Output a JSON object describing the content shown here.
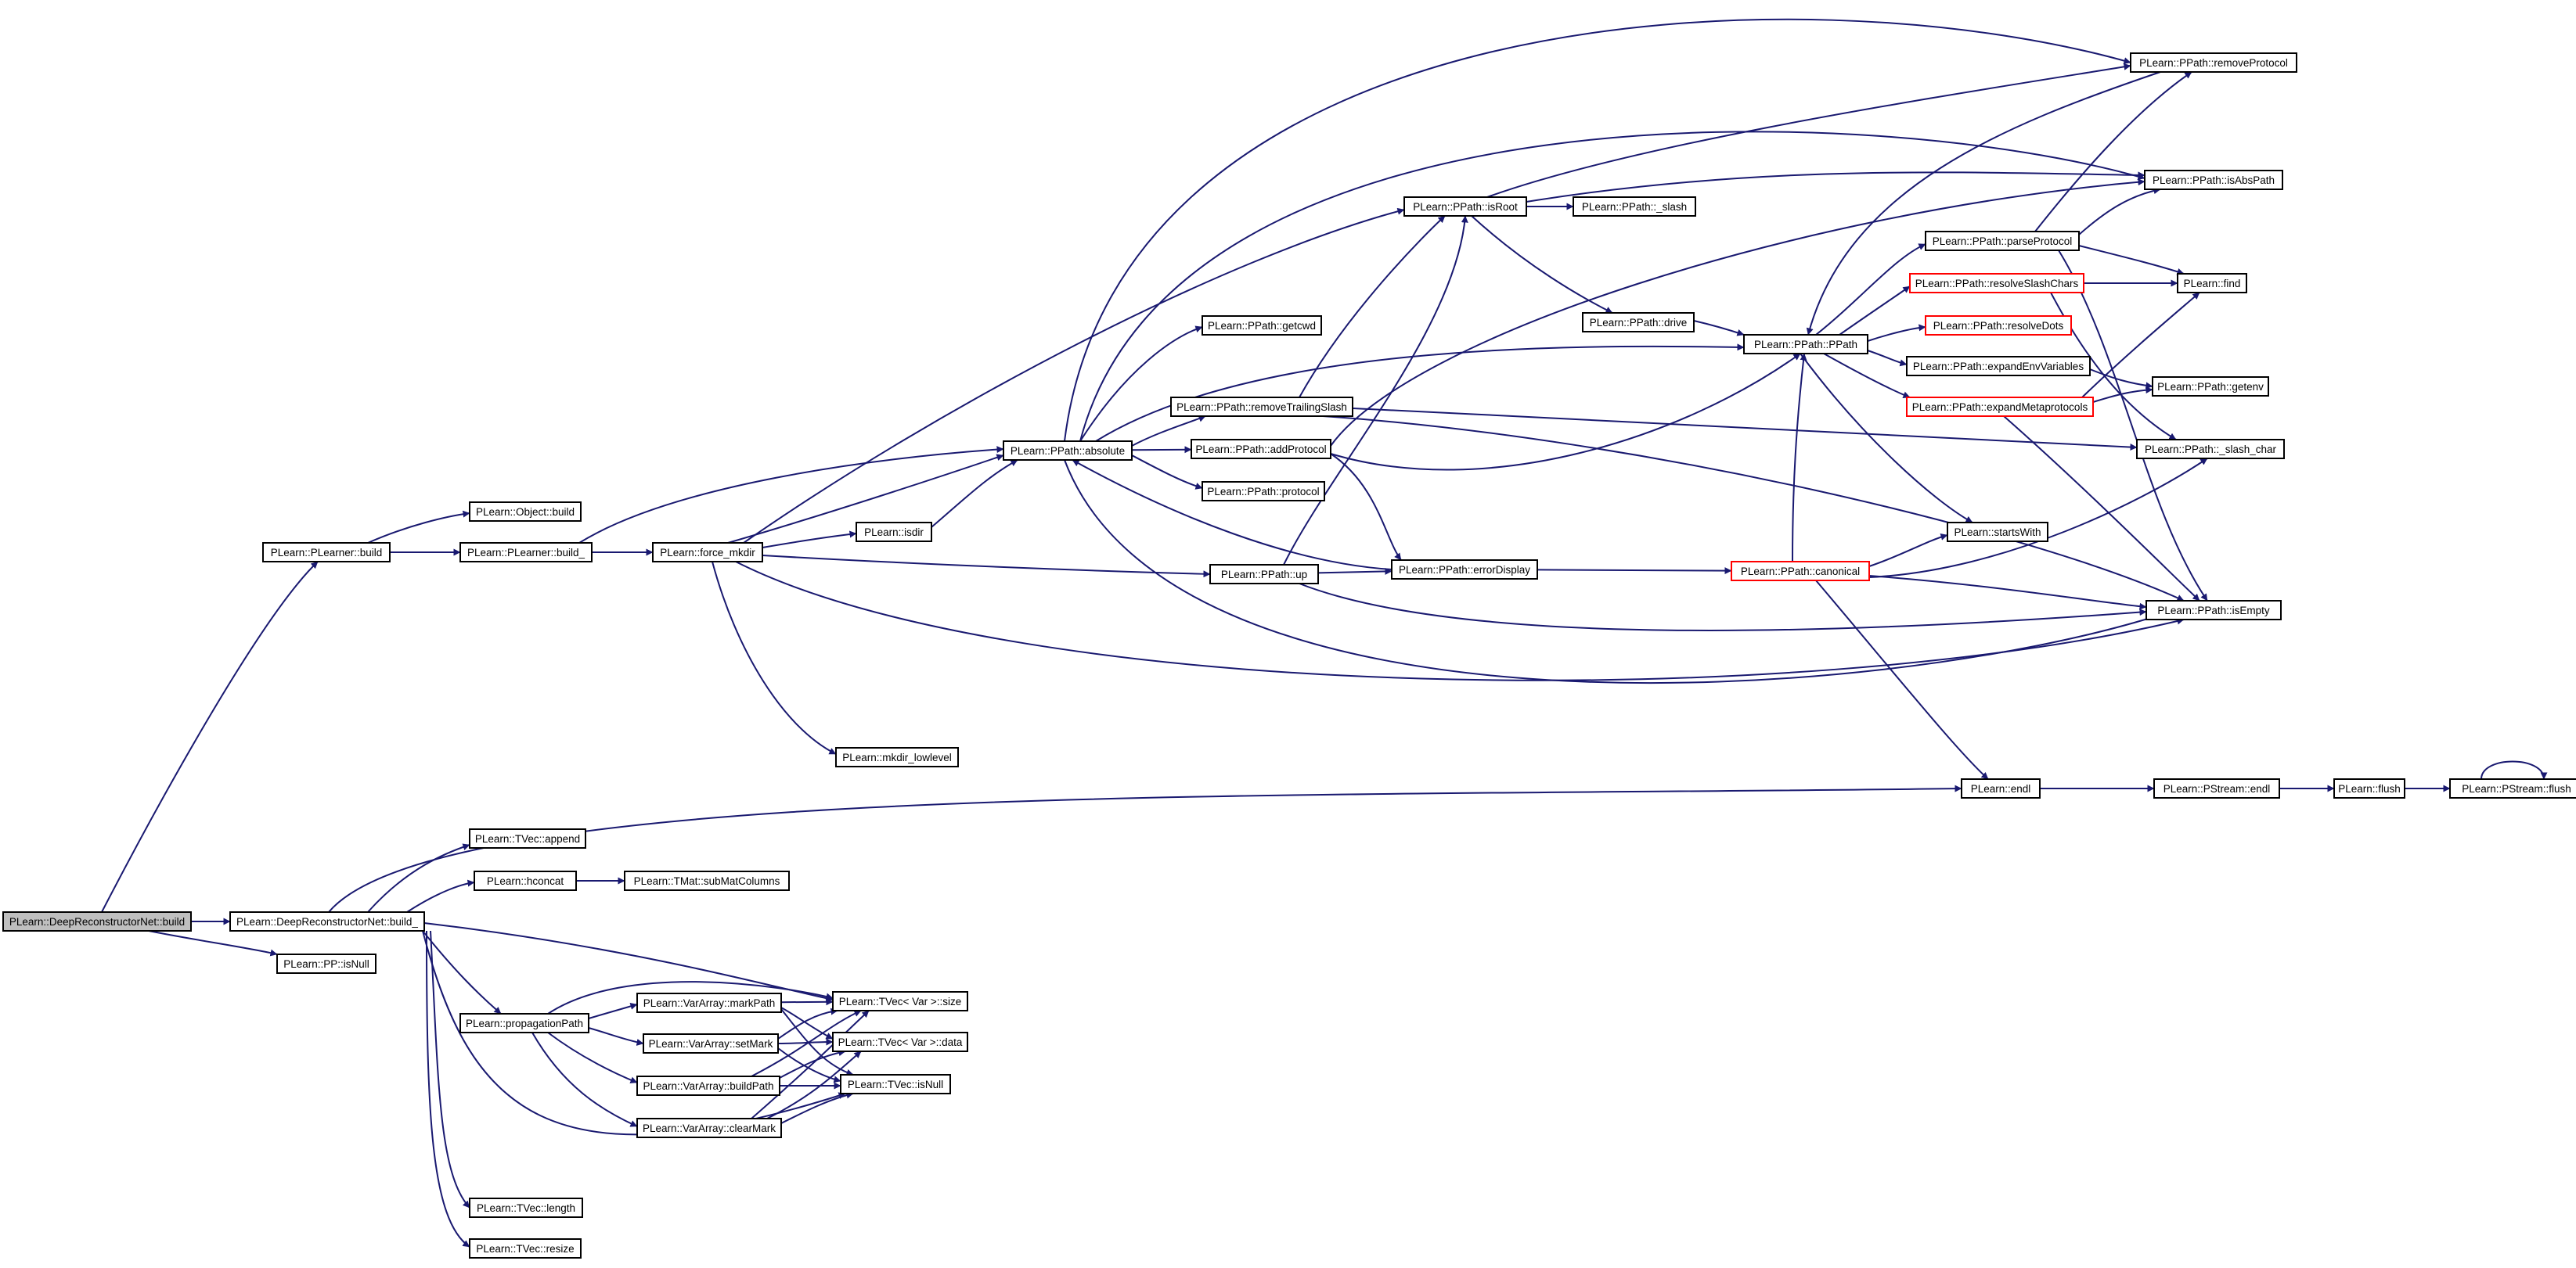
{
  "diagram": {
    "colors": {
      "edge": "#191970",
      "node_border": "#000000",
      "node_border_incomplete": "#ff0000",
      "node_fill": "#ffffff",
      "root_fill": "#bfbfbf"
    },
    "nodes": [
      {
        "id": "root",
        "label": "PLearn::DeepReconstructorNet::build",
        "style": "root"
      },
      {
        "id": "plearner_build",
        "label": "PLearn::PLearner::build"
      },
      {
        "id": "object_build",
        "label": "PLearn::Object::build"
      },
      {
        "id": "plearner_build_",
        "label": "PLearn::PLearner::build_"
      },
      {
        "id": "force_mkdir",
        "label": "PLearn::force_mkdir"
      },
      {
        "id": "isdir",
        "label": "PLearn::isdir"
      },
      {
        "id": "mkdir_lowlevel",
        "label": "PLearn::mkdir_lowlevel"
      },
      {
        "id": "absolute",
        "label": "PLearn::PPath::absolute"
      },
      {
        "id": "getcwd",
        "label": "PLearn::PPath::getcwd"
      },
      {
        "id": "removeTrailingSlash",
        "label": "PLearn::PPath::removeTrailingSlash"
      },
      {
        "id": "addProtocol",
        "label": "PLearn::PPath::addProtocol"
      },
      {
        "id": "protocol",
        "label": "PLearn::PPath::protocol"
      },
      {
        "id": "up",
        "label": "PLearn::PPath::up"
      },
      {
        "id": "errorDisplay",
        "label": "PLearn::PPath::errorDisplay"
      },
      {
        "id": "isRoot",
        "label": "PLearn::PPath::isRoot"
      },
      {
        "id": "slash",
        "label": "PLearn::PPath::_slash"
      },
      {
        "id": "drive",
        "label": "PLearn::PPath::drive"
      },
      {
        "id": "ppath",
        "label": "PLearn::PPath::PPath"
      },
      {
        "id": "canonical",
        "label": "PLearn::PPath::canonical",
        "style": "incomplete"
      },
      {
        "id": "startsWith",
        "label": "PLearn::startsWith"
      },
      {
        "id": "parseProtocol",
        "label": "PLearn::PPath::parseProtocol"
      },
      {
        "id": "resolveSlashChars",
        "label": "PLearn::PPath::resolveSlashChars",
        "style": "incomplete"
      },
      {
        "id": "resolveDots",
        "label": "PLearn::PPath::resolveDots",
        "style": "incomplete"
      },
      {
        "id": "expandEnvVariables",
        "label": "PLearn::PPath::expandEnvVariables"
      },
      {
        "id": "expandMetaprotocols",
        "label": "PLearn::PPath::expandMetaprotocols",
        "style": "incomplete"
      },
      {
        "id": "removeProtocol",
        "label": "PLearn::PPath::removeProtocol"
      },
      {
        "id": "isAbsPath",
        "label": "PLearn::PPath::isAbsPath"
      },
      {
        "id": "find",
        "label": "PLearn::find"
      },
      {
        "id": "getenv",
        "label": "PLearn::PPath::getenv"
      },
      {
        "id": "slash_char",
        "label": "PLearn::PPath::_slash_char"
      },
      {
        "id": "isEmpty",
        "label": "PLearn::PPath::isEmpty"
      },
      {
        "id": "endl",
        "label": "PLearn::endl"
      },
      {
        "id": "pstream_endl",
        "label": "PLearn::PStream::endl"
      },
      {
        "id": "flush",
        "label": "PLearn::flush"
      },
      {
        "id": "pstream_flush",
        "label": "PLearn::PStream::flush"
      },
      {
        "id": "drn_build_",
        "label": "PLearn::DeepReconstructorNet::build_"
      },
      {
        "id": "pp_isNull",
        "label": "PLearn::PP::isNull"
      },
      {
        "id": "tvec_append",
        "label": "PLearn::TVec::append"
      },
      {
        "id": "hconcat",
        "label": "PLearn::hconcat"
      },
      {
        "id": "subMatColumns",
        "label": "PLearn::TMat::subMatColumns"
      },
      {
        "id": "propagationPath",
        "label": "PLearn::propagationPath"
      },
      {
        "id": "markPath",
        "label": "PLearn::VarArray::markPath"
      },
      {
        "id": "setMark",
        "label": "PLearn::VarArray::setMark"
      },
      {
        "id": "buildPath",
        "label": "PLearn::VarArray::buildPath"
      },
      {
        "id": "clearMark",
        "label": "PLearn::VarArray::clearMark"
      },
      {
        "id": "tvec_var_size",
        "label": "PLearn::TVec< Var >::size"
      },
      {
        "id": "tvec_var_data",
        "label": "PLearn::TVec< Var >::data"
      },
      {
        "id": "tvec_isNull",
        "label": "PLearn::TVec::isNull"
      },
      {
        "id": "tvec_length",
        "label": "PLearn::TVec::length"
      },
      {
        "id": "tvec_resize",
        "label": "PLearn::TVec::resize"
      }
    ]
  }
}
